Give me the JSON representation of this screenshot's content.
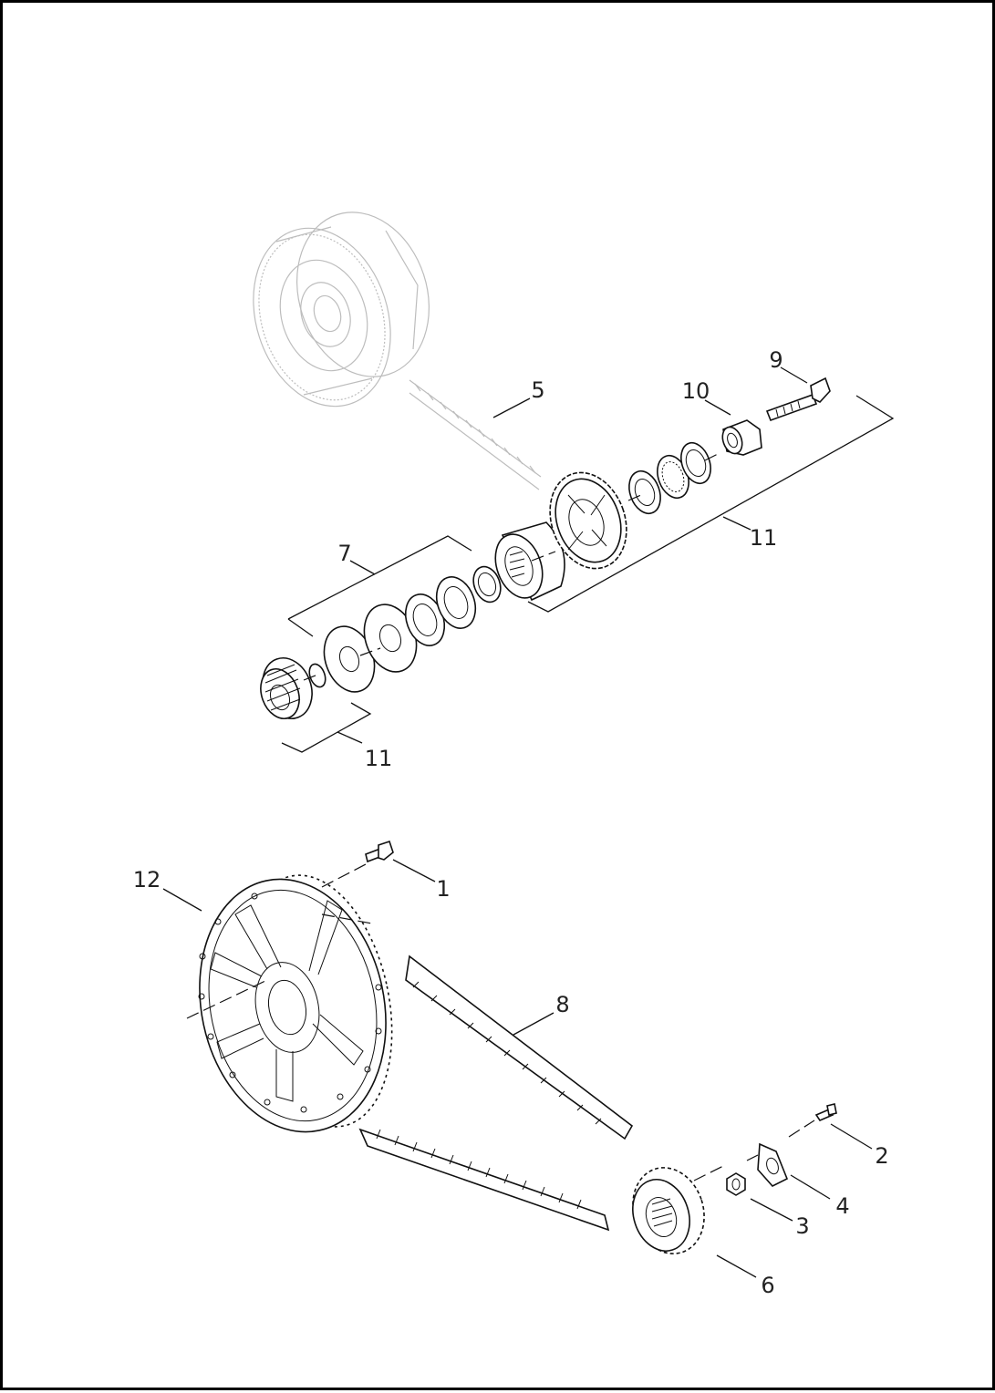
{
  "diagram": {
    "callouts": {
      "c1": "1",
      "c2": "2",
      "c3": "3",
      "c4": "4",
      "c5": "5",
      "c6": "6",
      "c7": "7",
      "c8": "8",
      "c9": "9",
      "c10": "10",
      "c11_upper": "11",
      "c11_lower": "11",
      "c12": "12"
    },
    "colors": {
      "line": "#111111",
      "ghost": "#bdbdbd",
      "border": "#000000"
    }
  }
}
